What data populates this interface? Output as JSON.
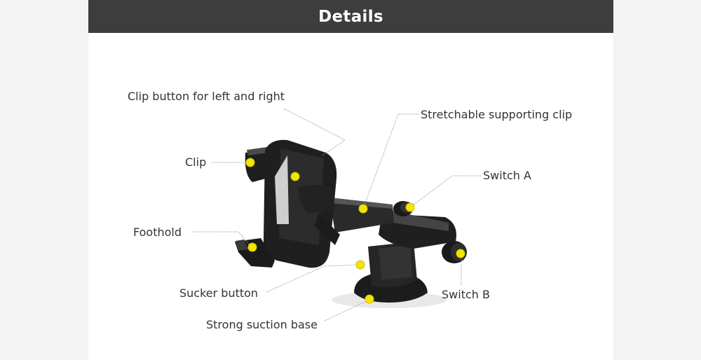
{
  "header": {
    "title": "Details",
    "background": "#3d3d3d"
  },
  "callouts": {
    "clip_button": "Clip button for left and right",
    "stretchable_clip": "Stretchable supporting clip",
    "switch_a": "Switch A",
    "clip": "Clip",
    "foothold": "Foothold",
    "sucker_button": "Sucker button",
    "switch_b": "Switch B",
    "suction_base": "Strong suction base"
  },
  "colors": {
    "marker": "#f2e600",
    "leader_line": "#9a9a9a",
    "product_body": "#1e1e1e"
  }
}
